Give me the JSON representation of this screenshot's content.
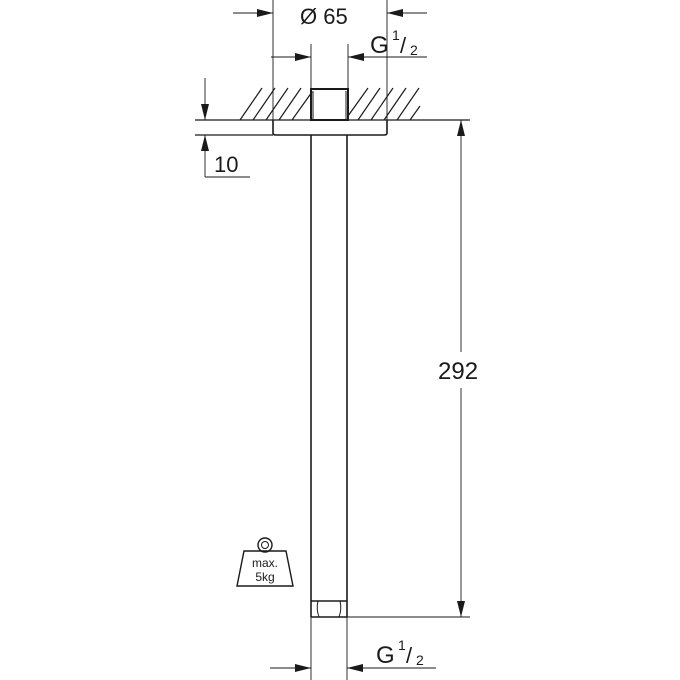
{
  "drawing": {
    "title": "Ceiling shower arm dimension drawing",
    "line_color": "#1a1a1a",
    "background": "#ffffff"
  },
  "dimensions": {
    "flange_diameter": {
      "symbol": "Ø",
      "value": "65",
      "label": "Ø 65"
    },
    "top_thread": {
      "prefix": "G",
      "numerator": "1",
      "slash": "/",
      "denominator": "2"
    },
    "flange_height": {
      "value": "10"
    },
    "arm_length": {
      "value": "292"
    },
    "bottom_thread": {
      "prefix": "G",
      "numerator": "1",
      "slash": "/",
      "denominator": "2"
    }
  },
  "weight_icon": {
    "line1": "max.",
    "line2": "5kg"
  }
}
